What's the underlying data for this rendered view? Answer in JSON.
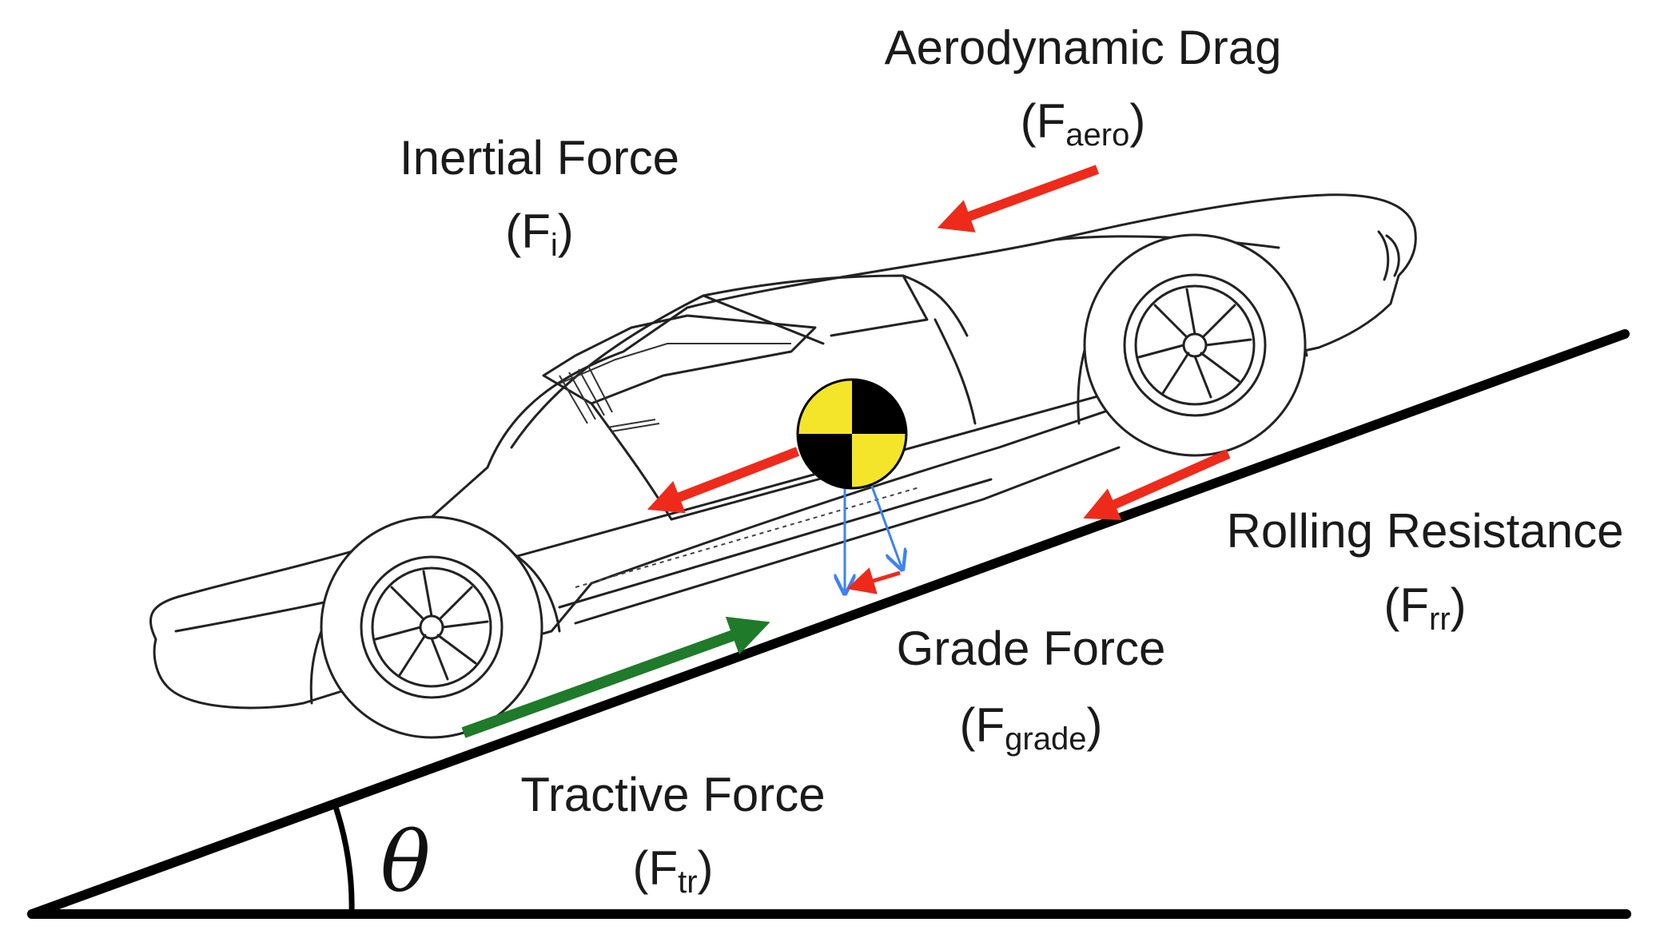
{
  "diagram": {
    "labels": {
      "aero": {
        "title": "Aerodynamic Drag",
        "symbol": "F",
        "subscript": "aero"
      },
      "inertial": {
        "title": "Inertial Force",
        "symbol": "F",
        "subscript": "i"
      },
      "rolling": {
        "title": "Rolling Resistance",
        "symbol": "F",
        "subscript": "rr"
      },
      "grade": {
        "title": "Grade Force",
        "symbol": "F",
        "subscript": "grade"
      },
      "tractive": {
        "title": "Tractive Force",
        "symbol": "F",
        "subscript": "tr"
      }
    },
    "angle_symbol": "θ",
    "colors": {
      "resistance_arrows": "#ee2a1b",
      "tractive_arrow": "#1f7a2a",
      "grade_components": "#3b82f6",
      "cog_yellow": "#f4e52a",
      "cog_black": "#000000",
      "ground": "#000000"
    }
  }
}
